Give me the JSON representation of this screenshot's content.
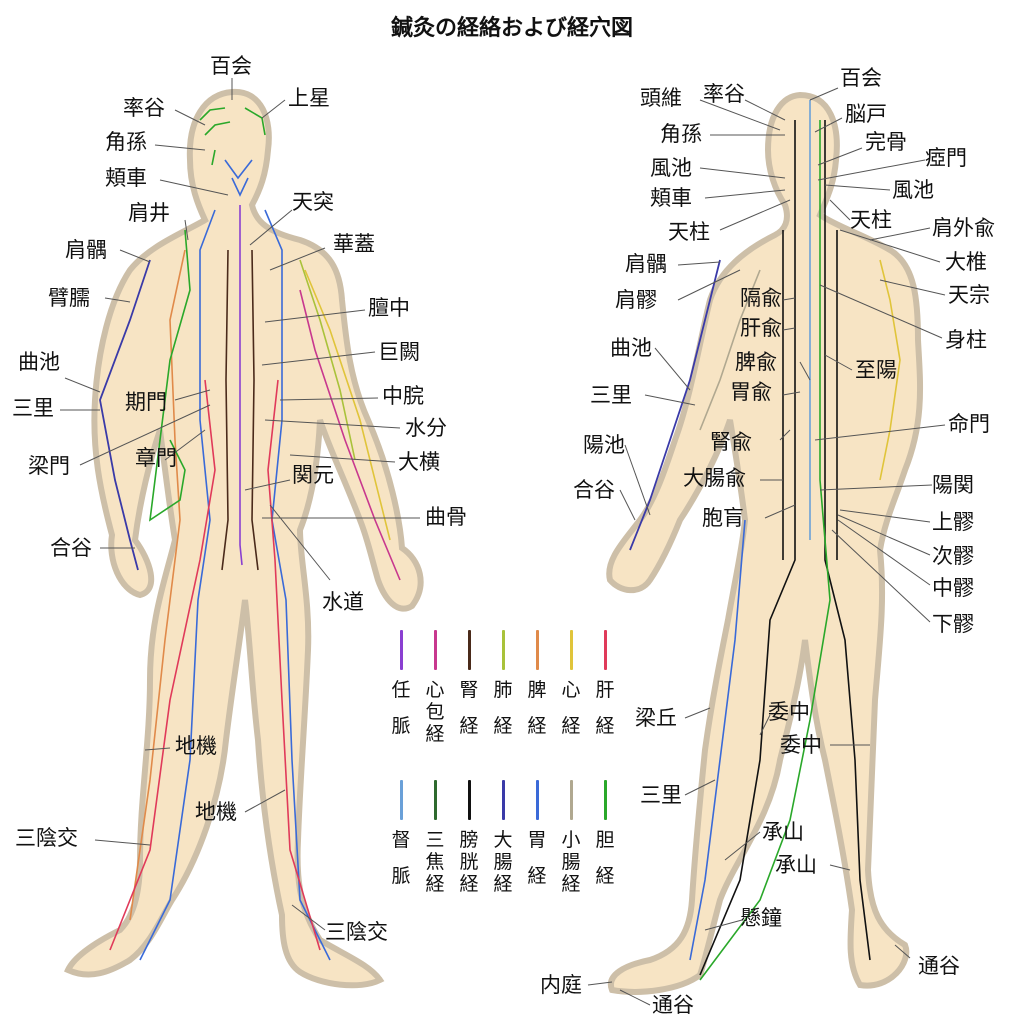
{
  "title": "鍼灸の経絡および経穴図",
  "colors": {
    "skin": "#f7e4c4",
    "skin_edge": "#cdbfa8",
    "ren": "#8a3fd1",
    "pericardium": "#c8388e",
    "kidney": "#4a2a1a",
    "lung": "#a9c23a",
    "spleen": "#e08a4a",
    "heart": "#e0c43a",
    "liver": "#e03a5a",
    "du": "#6aa0d8",
    "sanjiao": "#2e6a2e",
    "bladder": "#111111",
    "large_intestine": "#3a3aa8",
    "stomach": "#3a6ad8",
    "small_intestine": "#b0a890",
    "gallbladder": "#2aa82a"
  },
  "legend_row1": [
    {
      "name": "任脈",
      "lines": [
        "任",
        "脈"
      ],
      "color": "#8a3fd1"
    },
    {
      "name": "心包経",
      "lines": [
        "心",
        "包",
        "経"
      ],
      "color": "#c8388e"
    },
    {
      "name": "腎経",
      "lines": [
        "腎",
        "経"
      ],
      "color": "#4a2a1a"
    },
    {
      "name": "肺経",
      "lines": [
        "肺",
        "経"
      ],
      "color": "#a9c23a"
    },
    {
      "name": "脾経",
      "lines": [
        "脾",
        "経"
      ],
      "color": "#e08a4a"
    },
    {
      "name": "心経",
      "lines": [
        "心",
        "経"
      ],
      "color": "#e0c43a"
    },
    {
      "name": "肝経",
      "lines": [
        "肝",
        "経"
      ],
      "color": "#e03a5a"
    }
  ],
  "legend_row2": [
    {
      "name": "督脈",
      "lines": [
        "督",
        "脈"
      ],
      "color": "#6aa0d8"
    },
    {
      "name": "三焦経",
      "lines": [
        "三",
        "焦",
        "経"
      ],
      "color": "#2e6a2e"
    },
    {
      "name": "膀胱経",
      "lines": [
        "膀",
        "胱",
        "経"
      ],
      "color": "#111111"
    },
    {
      "name": "大腸経",
      "lines": [
        "大",
        "腸",
        "経"
      ],
      "color": "#3a3aa8"
    },
    {
      "name": "胃経",
      "lines": [
        "胃",
        "経"
      ],
      "color": "#3a6ad8"
    },
    {
      "name": "小腸経",
      "lines": [
        "小",
        "腸",
        "経"
      ],
      "color": "#b0a890"
    },
    {
      "name": "胆経",
      "lines": [
        "胆",
        "経"
      ],
      "color": "#2aa82a"
    }
  ],
  "front_labels": [
    "百会",
    "率谷",
    "上星",
    "角孫",
    "頬車",
    "肩井",
    "天突",
    "肩髃",
    "華蓋",
    "臂臑",
    "膻中",
    "曲池",
    "巨闕",
    "三里",
    "期門",
    "中脘",
    "水分",
    "梁門",
    "章門",
    "大横",
    "関元",
    "曲骨",
    "合谷",
    "水道",
    "地機",
    "地機",
    "三陰交",
    "三陰交"
  ],
  "back_labels": [
    "頭維",
    "率谷",
    "百会",
    "脳戸",
    "角孫",
    "完骨",
    "瘂門",
    "風池",
    "風池",
    "頬車",
    "天柱",
    "天柱",
    "肩外兪",
    "大椎",
    "肩髃",
    "天宗",
    "肩髎",
    "隔兪",
    "肝兪",
    "身柱",
    "曲池",
    "脾兪",
    "至陽",
    "胃兪",
    "三里",
    "命門",
    "陽池",
    "腎兪",
    "大腸兪",
    "陽関",
    "合谷",
    "胞肓",
    "上髎",
    "次髎",
    "中髎",
    "下髎",
    "梁丘",
    "委中",
    "委中",
    "三里",
    "承山",
    "承山",
    "懸鐘",
    "通谷",
    "内庭",
    "通谷"
  ]
}
